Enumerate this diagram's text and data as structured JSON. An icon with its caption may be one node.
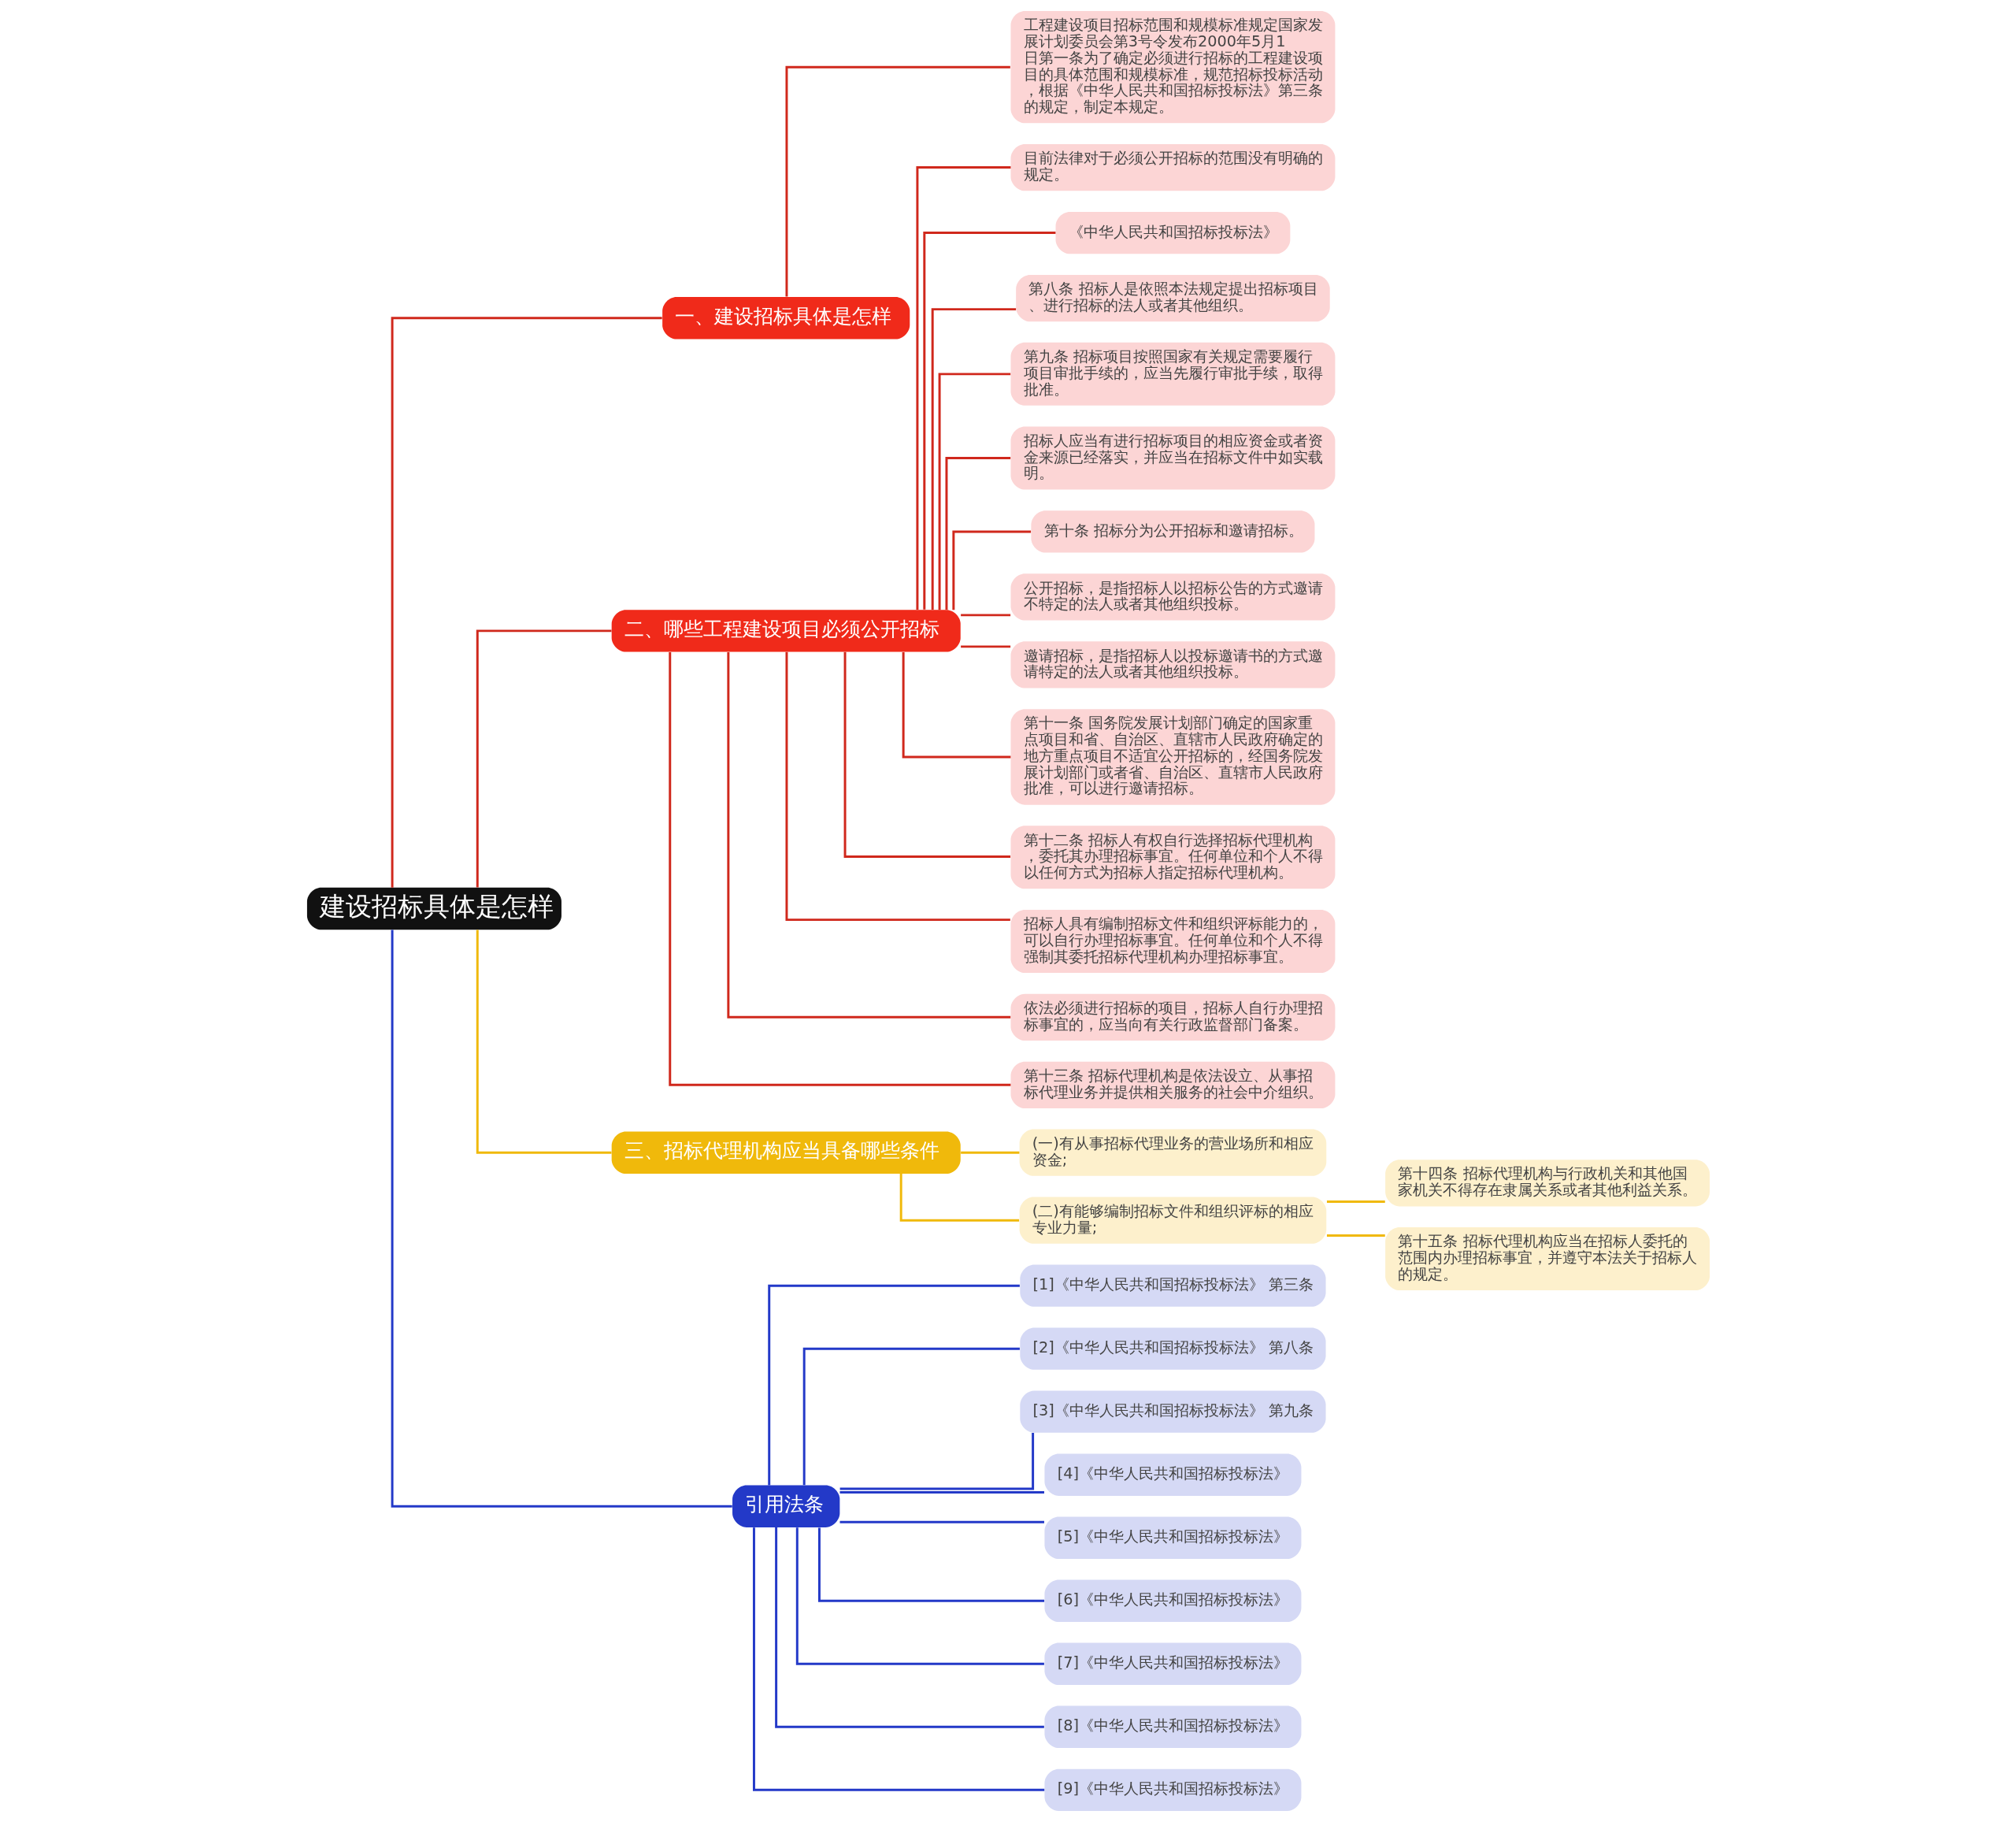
{
  "diagram": {
    "nodes": [
      {
        "text": [
          "建设招标具体是怎样"
        ]
      },
      {
        "text": [
          "一、建设招标具体是怎样"
        ]
      },
      {
        "text": [
          "工程建设项目招标范围和规模标准规定国家发展计划委员会第3号令发布2000年5月1日第一条为了确定必须进行招标的工程建设项目的具体范围和规模标准，规范招标投标活动，根据《中华人民共和国招标投标法》第三条的规定，制定本规定。"
        ]
      },
      {
        "text": [
          "二、哪些工程建设项目必须公开招标"
        ]
      },
      {
        "text": [
          "目前法律对于必须公开招标的范围没有明确的规定。"
        ]
      },
      {
        "text": [
          "《中华人民共和国招标投标法》"
        ]
      },
      {
        "text": [
          "第八条 招标人是依照本法规定提出招标项目、进行招标的法人或者其他组织。"
        ]
      },
      {
        "text": [
          "第九条 招标项目按照国家有关规定需要履行项目审批手续的，应当先履行审批手续，取得批准。"
        ]
      },
      {
        "text": [
          "招标人应当有进行招标项目的相应资金或者资金来源已经落实，并应当在招标文件中如实载明。"
        ]
      },
      {
        "text": [
          "第十条 招标分为公开招标和邀请招标。"
        ]
      },
      {
        "text": [
          "公开招标，是指招标人以招标公告的方式邀请不特定的法人或者其他组织投标。"
        ]
      },
      {
        "text": [
          "邀请招标，是指招标人以投标邀请书的方式邀请特定的法人或者其他组织投标。"
        ]
      },
      {
        "text": [
          "第十一条 国务院发展计划部门确定的国家重点项目和省、自治区、直辖市人民政府确定的地方重点项目不适宜公开招标的，经国务院发展计划部门或者省、自治区、直辖市人民政府批准，可以进行邀请招标。"
        ]
      },
      {
        "text": [
          "第十二条 招标人有权自行选择招标代理机构，委托其办理招标事宜。任何单位和个人不得以任何方式为招标人指定招标代理机构。"
        ]
      },
      {
        "text": [
          "招标人具有编制招标文件和组织评标能力的，可以自行办理招标事宜。任何单位和个人不得强制其委托招标代理机构办理招标事宜。"
        ]
      },
      {
        "text": [
          "依法必须进行招标的项目，招标人自行办理招标事宜的，应当向有关行政监督部门备案。"
        ]
      },
      {
        "text": [
          "第十三条 招标代理机构是依法设立、从事招标代理业务并提供相关服务的社会中介组织。"
        ]
      },
      {
        "text": [
          "三、招标代理机构应当具备哪些条件"
        ]
      },
      {
        "text": [
          "(一)有从事招标代理业务的营业场所和相应资金;"
        ]
      },
      {
        "text": [
          "(二)有能够编制招标文件和组织评标的相应专业力量;"
        ]
      },
      {
        "text": [
          "第十四条 招标代理机构与行政机关和其他国家机关不得存在隶属关系或者其他利益关系。"
        ]
      },
      {
        "text": [
          "第十五条 招标代理机构应当在招标人委托的范围内办理招标事宜，并遵守本法关于招标人的规定。"
        ]
      },
      {
        "text": [
          "引用法条"
        ]
      },
      {
        "text": [
          "[1]《中华人民共和国招标投标法》 第三条"
        ]
      },
      {
        "text": [
          "[2]《中华人民共和国招标投标法》 第八条"
        ]
      },
      {
        "text": [
          "[3]《中华人民共和国招标投标法》 第九条"
        ]
      },
      {
        "text": [
          "[4]《中华人民共和国招标投标法》"
        ]
      },
      {
        "text": [
          "[5]《中华人民共和国招标投标法》"
        ]
      },
      {
        "text": [
          "[6]《中华人民共和国招标投标法》"
        ]
      },
      {
        "text": [
          "[7]《中华人民共和国招标投标法》"
        ]
      },
      {
        "text": [
          "[8]《中华人民共和国招标投标法》"
        ]
      },
      {
        "text": [
          "[9]《中华人民共和国招标投标法》"
        ]
      }
    ],
    "edges": [
      {
        "from": 0,
        "to": 1,
        "arrow": "none"
      },
      {
        "from": 1,
        "to": 2,
        "arrow": "none"
      },
      {
        "from": 0,
        "to": 3,
        "arrow": "none"
      },
      {
        "from": 3,
        "to": 4,
        "arrow": "none"
      },
      {
        "from": 3,
        "to": 5,
        "arrow": "none"
      },
      {
        "from": 3,
        "to": 6,
        "arrow": "none"
      },
      {
        "from": 3,
        "to": 7,
        "arrow": "none"
      },
      {
        "from": 3,
        "to": 8,
        "arrow": "none"
      },
      {
        "from": 3,
        "to": 9,
        "arrow": "none"
      },
      {
        "from": 3,
        "to": 10,
        "arrow": "none"
      },
      {
        "from": 3,
        "to": 11,
        "arrow": "none"
      },
      {
        "from": 3,
        "to": 12,
        "arrow": "none"
      },
      {
        "from": 3,
        "to": 13,
        "arrow": "none"
      },
      {
        "from": 3,
        "to": 14,
        "arrow": "none"
      },
      {
        "from": 3,
        "to": 15,
        "arrow": "none"
      },
      {
        "from": 3,
        "to": 16,
        "arrow": "none"
      },
      {
        "from": 0,
        "to": 17,
        "arrow": "none",
        "color": "#f0b90b"
      },
      {
        "from": 17,
        "to": 18,
        "arrow": "none",
        "color": "#f0b90b"
      },
      {
        "from": 17,
        "to": 19,
        "arrow": "none",
        "color": "#f0b90b"
      },
      {
        "from": 19,
        "to": 20,
        "arrow": "none",
        "color": "#f0b90b"
      },
      {
        "from": 19,
        "to": 21,
        "arrow": "none",
        "color": "#f0b90b"
      },
      {
        "from": 0,
        "to": 22,
        "arrow": "none",
        "color": "#2339c8"
      },
      {
        "from": 22,
        "to": 23,
        "arrow": "none",
        "color": "#2339c8"
      },
      {
        "from": 22,
        "to": 24,
        "arrow": "none",
        "color": "#2339c8"
      },
      {
        "from": 22,
        "to": 25,
        "arrow": "none",
        "color": "#2339c8"
      },
      {
        "from": 22,
        "to": 26,
        "arrow": "none",
        "color": "#2339c8"
      },
      {
        "from": 22,
        "to": 27,
        "arrow": "none",
        "color": "#2339c8"
      },
      {
        "from": 22,
        "to": 28,
        "arrow": "none",
        "color": "#2339c8"
      },
      {
        "from": 22,
        "to": 29,
        "arrow": "none",
        "color": "#2339c8"
      },
      {
        "from": 22,
        "to": 30,
        "arrow": "none",
        "color": "#2339c8"
      },
      {
        "from": 22,
        "to": 31,
        "arrow": "none",
        "color": "#2339c8"
      }
    ]
  }
}
